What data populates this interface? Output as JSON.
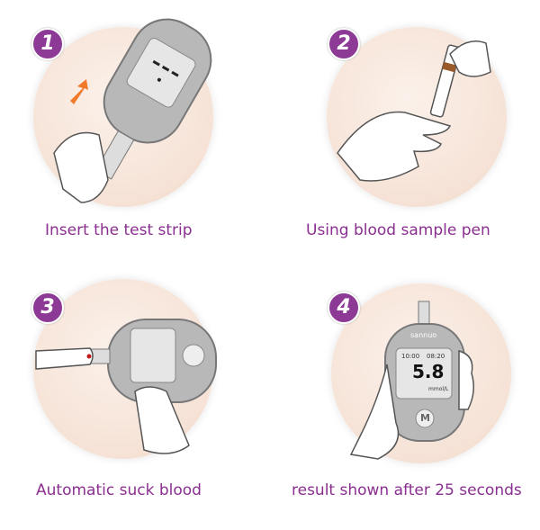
{
  "steps": [
    {
      "number": "1",
      "caption": "Insert the test strip"
    },
    {
      "number": "2",
      "caption": "Using blood sample pen"
    },
    {
      "number": "3",
      "caption": "Automatic suck blood"
    },
    {
      "number": "4",
      "caption": "result shown after 25 seconds"
    }
  ],
  "meter": {
    "brand": "sannuo",
    "time": "10:00",
    "date": "08:20",
    "reading": "5.8",
    "unit": "mmol/L",
    "button": "M"
  },
  "colors": {
    "accent": "#8c3a95",
    "arrow": "#f07a2a"
  }
}
